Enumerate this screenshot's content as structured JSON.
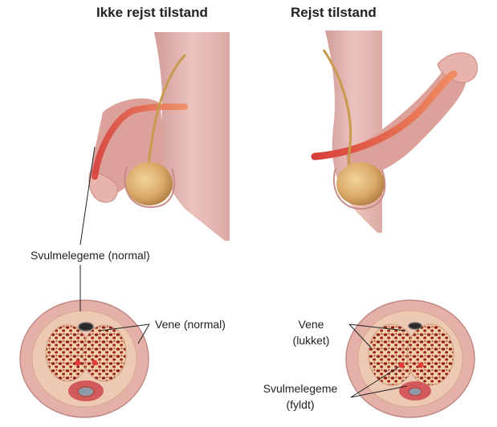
{
  "titles": {
    "left": "Ikke rejst tilstand",
    "right": "Rejst tilstand"
  },
  "labels": {
    "left_corpus": "Svulmelegeme (normal)",
    "left_vein": "Vene (normal)",
    "right_vein_line1": "Vene",
    "right_vein_line2": "(lukket)",
    "right_corpus_line1": "Svulmelegeme",
    "right_corpus_line2": "(fyldt)"
  },
  "colors": {
    "skin": "#e2aaa4",
    "skin_dark": "#c98b86",
    "corpus": "#e06a4a",
    "tissue": "#8f1e24",
    "testis": "#d8a865",
    "outline_text": "#222222"
  }
}
